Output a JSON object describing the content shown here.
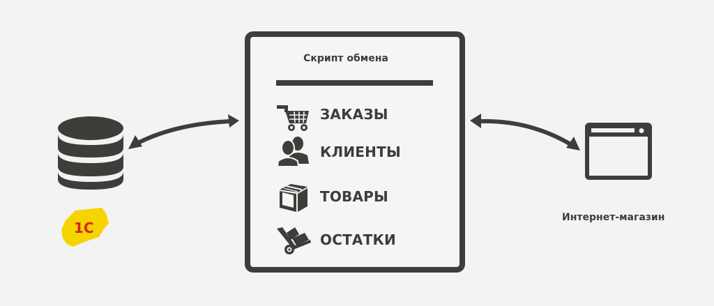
{
  "diagram": {
    "center": {
      "title": "Скрипт обмена",
      "items": [
        {
          "label": "ЗАКАЗЫ",
          "icon": "shopping-cart-icon"
        },
        {
          "label": "КЛИЕНТЫ",
          "icon": "users-icon"
        },
        {
          "label": "ТОВАРЫ",
          "icon": "box-icon"
        },
        {
          "label": "ОСТАТКИ",
          "icon": "hand-truck-icon"
        }
      ]
    },
    "left": {
      "icon": "database-icon",
      "logo_text": "1С",
      "logo_colors": {
        "background": "#f5d400",
        "text": "#d7261e"
      }
    },
    "right": {
      "icon": "browser-window-icon",
      "caption": "Интернет-магазин"
    },
    "connectors": [
      {
        "from": "database",
        "to": "script",
        "type": "bidirectional-arrow"
      },
      {
        "from": "script",
        "to": "online-store",
        "type": "bidirectional-arrow"
      }
    ],
    "colors": {
      "background": "#f3f3f3",
      "ink": "#3e3d3a"
    }
  }
}
